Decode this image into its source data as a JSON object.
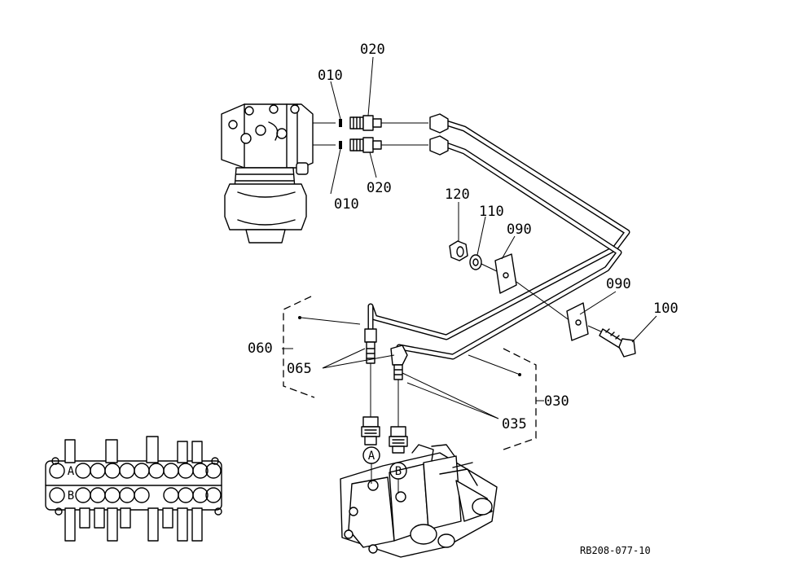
{
  "parts": {
    "p010_top": "010",
    "p010_bottom": "010",
    "p020_top": "020",
    "p020_bottom": "020",
    "p030": "030",
    "p035": "035",
    "p060": "060",
    "p065": "065",
    "p090_upper": "090",
    "p090_lower": "090",
    "p100": "100",
    "p110": "110",
    "p120": "120"
  },
  "ports": {
    "a_main": "A",
    "b_main": "B",
    "a_valve": "A",
    "b_valve": "B"
  },
  "drawing_ref": "RB208-077-10"
}
